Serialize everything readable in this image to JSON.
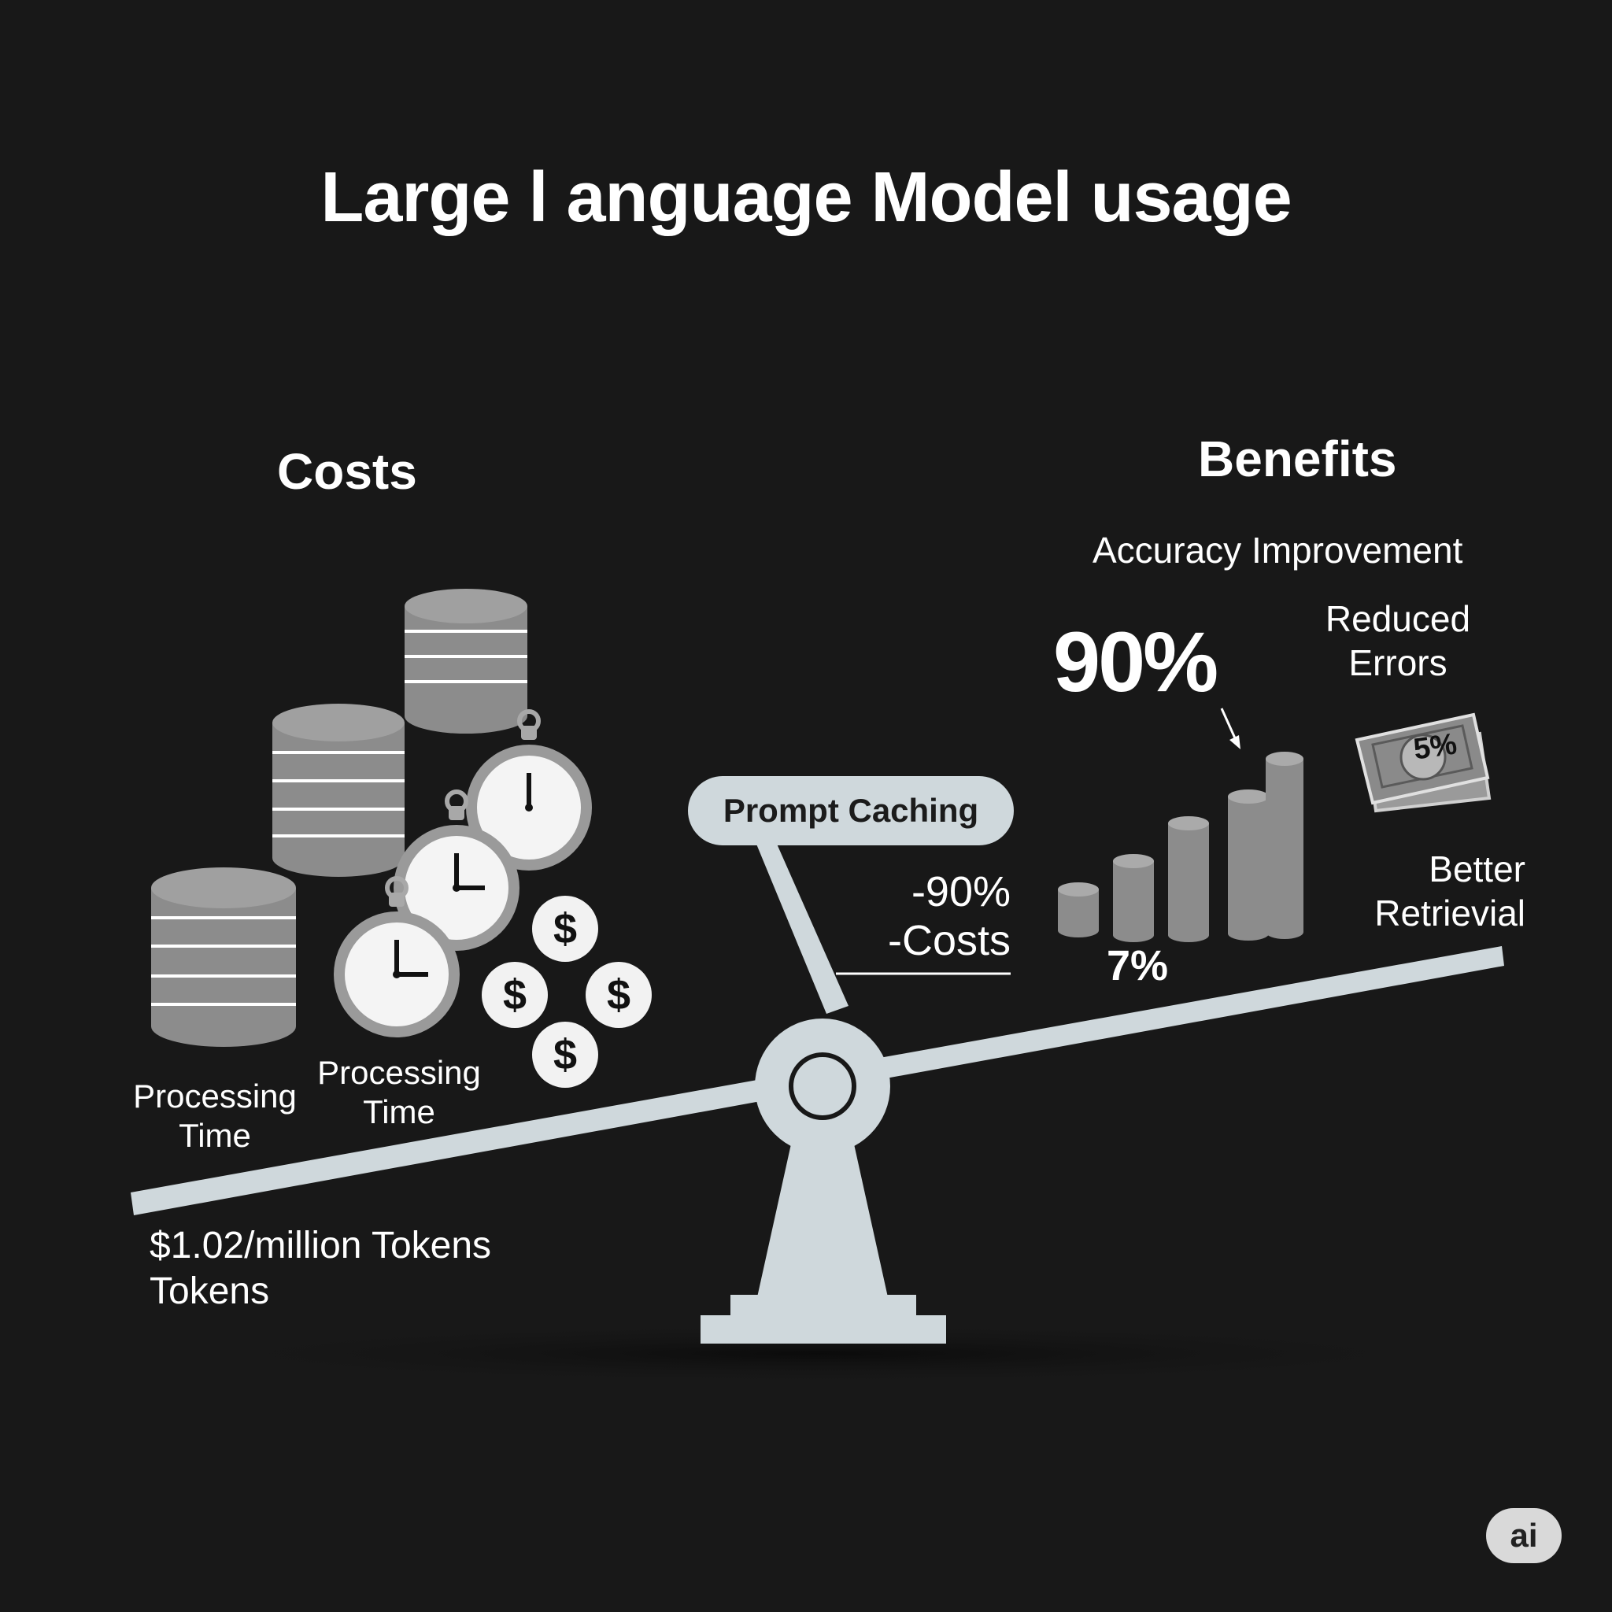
{
  "title": "Large l anguage Model usage",
  "costs": {
    "heading": "Costs",
    "processing_time_left": [
      "Processing",
      "Time"
    ],
    "processing_time_right": [
      "Processing",
      "Time"
    ],
    "token_price": [
      "$1.02/million Tokens",
      "Tokens"
    ]
  },
  "benefits": {
    "heading": "Benefits",
    "accuracy_improvement": "Accuracy Improvement",
    "big_percent": "90%",
    "reduced_errors": [
      "Reduced",
      "Errors"
    ],
    "small_percent": "7%",
    "bill_percent": "5%",
    "better_retrieval": [
      "Better",
      "Retrievial"
    ]
  },
  "pivot": {
    "label": "Prompt Caching",
    "annotation": [
      "-90%",
      "-Costs"
    ]
  },
  "icons": {
    "database": "database-stack-icon",
    "stopwatch": "stopwatch-icon",
    "coin": "dollar-coin-icon",
    "bar": "bar-chart-icon",
    "money": "money-bill-icon"
  },
  "coin_symbol": "$",
  "badge": "ai",
  "colors": {
    "background": "#181818",
    "beam": "#cfd8dc",
    "db_gray": "#8c8c8c",
    "text": "#ffffff"
  }
}
